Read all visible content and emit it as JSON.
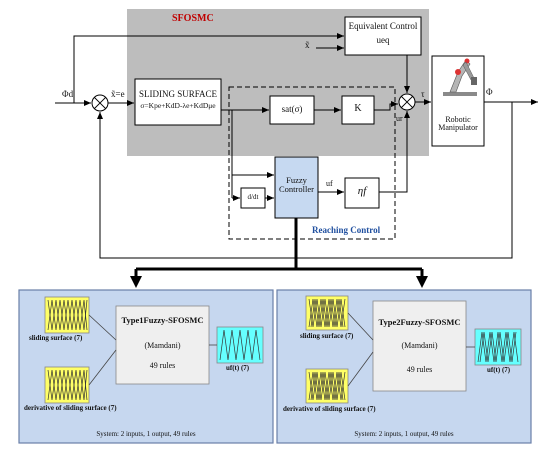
{
  "top": {
    "sfosmc_label": "SFOSMC",
    "phi_d": "Φd",
    "e_label": "x̃=e",
    "x_tilde": "x̃",
    "equivalent_control": {
      "line1": "Equivalent Control",
      "line2": "ueq"
    },
    "sliding_surface": {
      "title": "SLIDING SURFACE",
      "formula": "σ=Kpe+KdD-λe+KdDμe"
    },
    "sat": "sat(σ)",
    "gain_k": "K",
    "u_r": "ur",
    "tau": "τ",
    "robot": {
      "line1": "Robotic",
      "line2": "Manipulator"
    },
    "phi_out": "Φ",
    "ddt": "d/dt",
    "fuzzy_controller": {
      "line1": "Fuzzy",
      "line2": "Controller"
    },
    "u_f": "uf",
    "eta_f": "ηf",
    "reaching_control": "Reaching Control"
  },
  "panels": [
    {
      "title": "Type1Fuzzy-SFOSMC",
      "subtitle": "(Mamdani)",
      "rules": "49 rules",
      "input1_label": "sliding surface (7)",
      "input2_label": "derivative of sliding surface (7)",
      "output_label": "uf(t) (7)",
      "footer": "System: 2 inputs, 1 output, 49 rules"
    },
    {
      "title": "Type2Fuzzy-SFOSMC",
      "subtitle": "(Mamdani)",
      "rules": "49 rules",
      "input1_label": "sliding surface (7)",
      "input2_label": "derivative of sliding surface (7)",
      "output_label": "uf(t) (7)",
      "footer": "System: 2 inputs, 1 output, 49 rules"
    }
  ],
  "colors": {
    "gray_region": "#bdbdbd",
    "panel_bg": "#c6d7ef",
    "input_box": "#ffff66",
    "output_box": "#66ffff",
    "sfosmc_text": "#c00000",
    "reaching_text": "#1f4f9f",
    "fuzzy_box": "#c6d9f1"
  }
}
